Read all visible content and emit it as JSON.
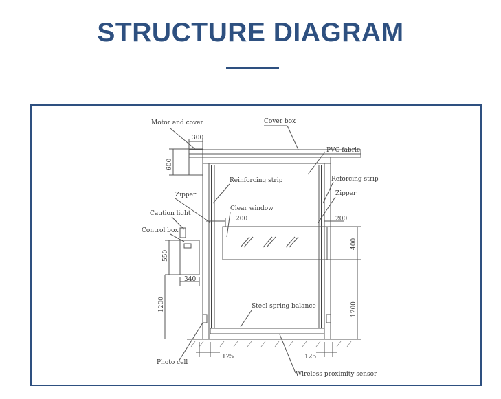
{
  "header": {
    "title": "STRUCTURE DIAGRAM"
  },
  "labels": {
    "motor_and_cover": "Motor and cover",
    "cover_box": "Cover box",
    "pvc_fabric": "PVC fabric",
    "reinforcing_strip_left": "Reinforcing strip",
    "reinforcing_strip_right": "Reforcing strip",
    "zipper_left": "Zipper",
    "zipper_right": "Zipper",
    "clear_window": "Clear window",
    "caution_light": "Caution light",
    "control_box": "Control box",
    "steel_spring_balance": "Steel spring balance",
    "photo_cell": "Photo cell",
    "wireless_proximity_sensor": "Wireless proximity sensor"
  },
  "dimensions": {
    "motor_width": "300",
    "motor_height": "600",
    "window_left_offset": "200",
    "window_right_offset": "200",
    "window_height": "400",
    "control_box_height": "550",
    "control_box_width": "340",
    "control_box_mount_height": "1200",
    "window_bottom_height": "1200",
    "photo_cell_left": "125",
    "photo_cell_right": "125"
  },
  "colors": {
    "accent": "#2e5080",
    "line": "#555555"
  }
}
